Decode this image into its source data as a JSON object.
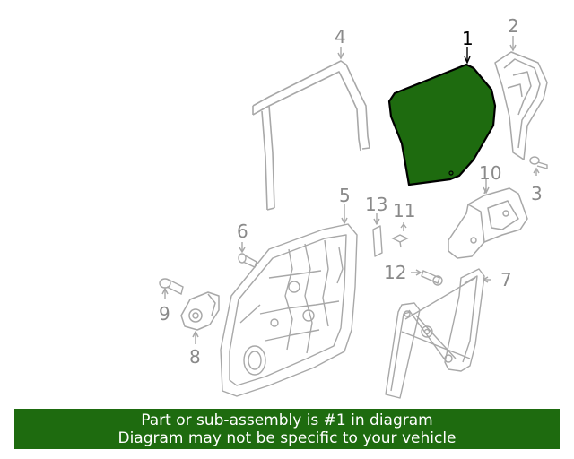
{
  "callouts": {
    "c1": "1",
    "c2": "2",
    "c3": "3",
    "c4": "4",
    "c5": "5",
    "c6": "6",
    "c7": "7",
    "c8": "8",
    "c9": "9",
    "c10": "10",
    "c11": "11",
    "c12": "12",
    "c13": "13"
  },
  "banner": {
    "line1": "Part or sub-assembly is #1 in diagram",
    "line2": "Diagram may not be specific to your vehicle"
  },
  "colors": {
    "highlight": "#1e6b0f",
    "part_stroke": "#a8a8a8",
    "active_stroke": "#000000"
  }
}
